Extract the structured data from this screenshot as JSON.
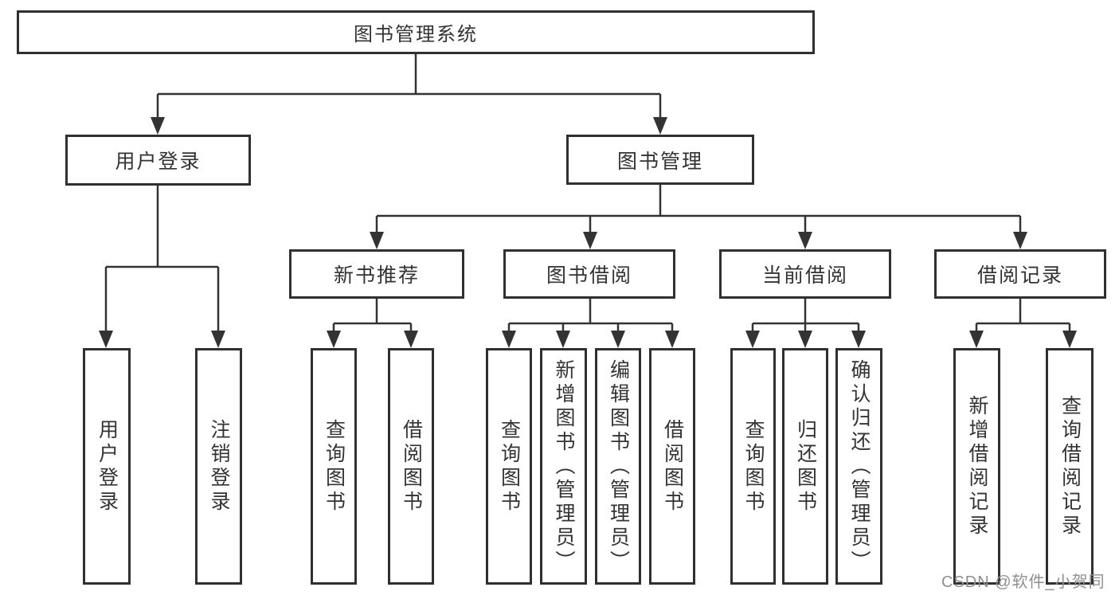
{
  "colors": {
    "line": "#333333",
    "box_border": "#303030",
    "box_fill": "#ffffff",
    "text": "#333333",
    "watermark": "#8f8f8f",
    "background": "#ffffff"
  },
  "watermark": {
    "text": "CSDN @软件_小贺同学"
  },
  "tree": {
    "label": "图书管理系统",
    "children": [
      {
        "label": "用户登录",
        "children": [
          {
            "label": "用户登录"
          },
          {
            "label": "注销登录"
          }
        ]
      },
      {
        "label": "图书管理",
        "children": [
          {
            "label": "新书推荐",
            "children": [
              {
                "label": "查询图书"
              },
              {
                "label": "借阅图书"
              }
            ]
          },
          {
            "label": "图书借阅",
            "children": [
              {
                "label": "查询图书"
              },
              {
                "label": "新增图书（管理员）"
              },
              {
                "label": "编辑图书（管理员）"
              },
              {
                "label": "借阅图书"
              }
            ]
          },
          {
            "label": "当前借阅",
            "children": [
              {
                "label": "查询图书"
              },
              {
                "label": "归还图书"
              },
              {
                "label": "确认归还（管理员）"
              }
            ]
          },
          {
            "label": "借阅记录",
            "children": [
              {
                "label": "新增借阅记录"
              },
              {
                "label": "查询借阅记录"
              }
            ]
          }
        ]
      }
    ]
  }
}
